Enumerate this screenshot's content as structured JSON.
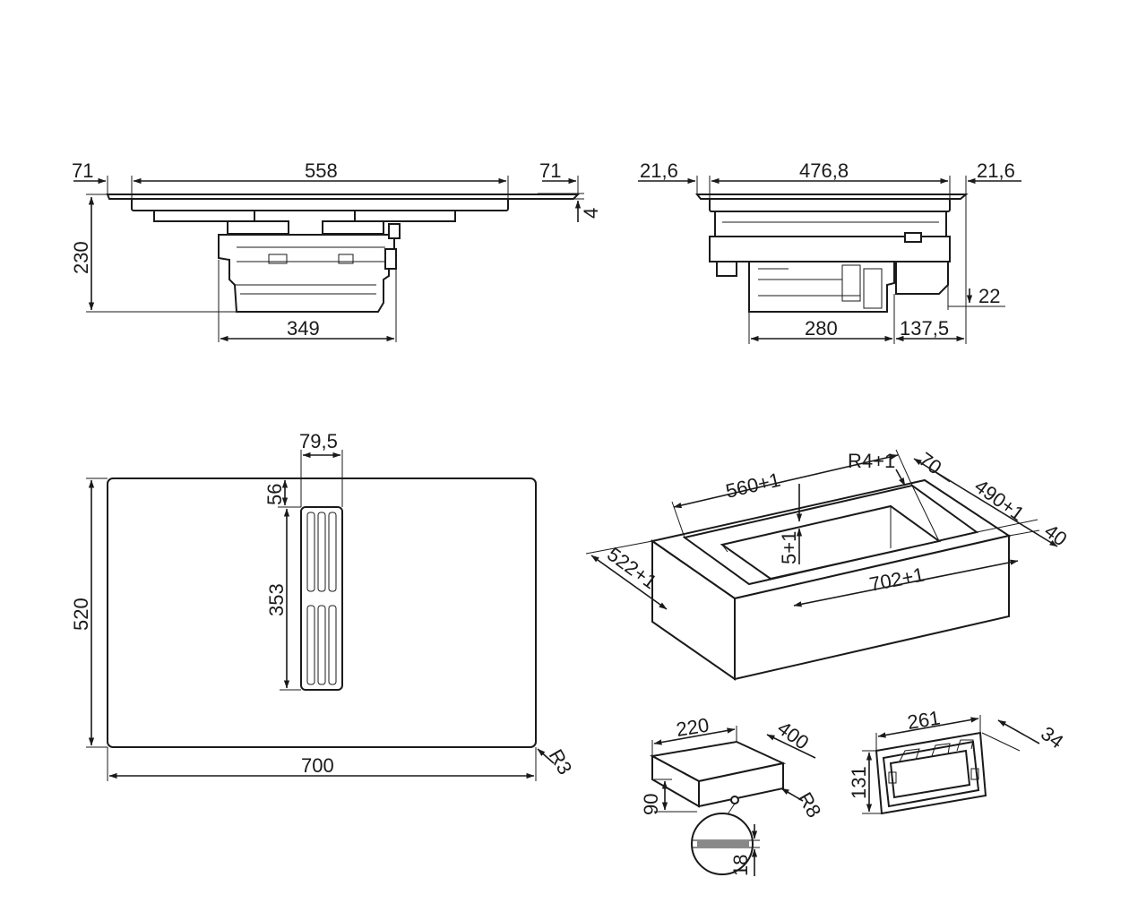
{
  "dimensions": {
    "side_view": {
      "left_overhang": "71",
      "width": "558",
      "right_overhang": "71",
      "glass_thickness": "4",
      "height": "230",
      "unit_width": "349"
    },
    "front_view": {
      "left_offset": "21,6",
      "width": "476,8",
      "right_offset": "21,6",
      "bottom_gap": "22",
      "unit_width": "280",
      "side_offset": "137,5"
    },
    "top_view": {
      "vent_width": "79,5",
      "vent_offset": "56",
      "vent_length": "353",
      "depth": "520",
      "width": "700",
      "corner_radius": "R3"
    },
    "cutout": {
      "width": "560+1",
      "radius": "R4+1",
      "rear_margin": "70",
      "depth": "490+1",
      "side_margin": "40",
      "recess": "5+1",
      "outer_depth": "522+1",
      "outer_width": "702+1"
    },
    "duct": {
      "width": "220",
      "length": "400",
      "height": "90",
      "radius": "R8",
      "detail": "18"
    },
    "flange": {
      "width": "261",
      "depth": "34",
      "height": "131"
    }
  }
}
